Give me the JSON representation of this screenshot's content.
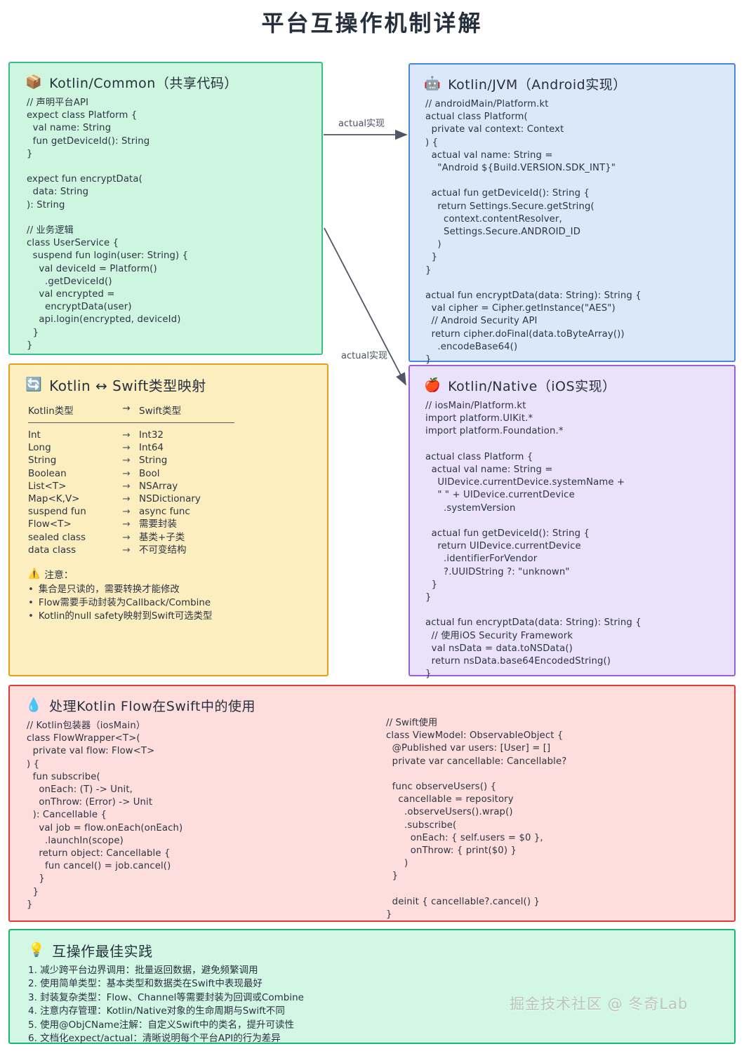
{
  "page": {
    "title": "平台互操作机制详解",
    "watermark": "掘金技术社区 @ 冬奇Lab"
  },
  "connectors": [
    {
      "name": "actual-implements-jvm",
      "label": "actual实现"
    },
    {
      "name": "actual-implements-native",
      "label": "actual实现"
    }
  ],
  "boxes": {
    "common": {
      "icon": "package-icon",
      "emoji": "📦",
      "title": "Kotlin/Common（共享代码）",
      "border_color": "#35c08a",
      "bg_color": "#cdf5df",
      "code": "// 声明平台API\nexpect class Platform {\n  val name: String\n  fun getDeviceId(): String\n}\n\nexpect fun encryptData(\n  data: String\n): String\n\n// 业务逻辑\nclass UserService {\n  suspend fun login(user: String) {\n    val deviceId = Platform()\n      .getDeviceId()\n    val encrypted =\n      encryptData(user)\n    api.login(encrypted, deviceId)\n  }\n}"
    },
    "jvm": {
      "icon": "robot-icon",
      "emoji": "🤖",
      "title": "Kotlin/JVM（Android实现）",
      "border_color": "#4a86dd",
      "bg_color": "#dbe8fb",
      "code": "// androidMain/Platform.kt\nactual class Platform(\n  private val context: Context\n) {\n  actual val name: String =\n    \"Android ${Build.VERSION.SDK_INT}\"\n\n  actual fun getDeviceId(): String {\n    return Settings.Secure.getString(\n      context.contentResolver,\n      Settings.Secure.ANDROID_ID\n    )\n  }\n}\n\nactual fun encryptData(data: String): String {\n  val cipher = Cipher.getInstance(\"AES\")\n  // Android Security API\n  return cipher.doFinal(data.toByteArray())\n    .encodeBase64()\n}"
    },
    "typemap": {
      "icon": "swap-icon",
      "emoji": "🔄",
      "title": "Kotlin ↔ Swift类型映射",
      "border_color": "#dfa318",
      "bg_color": "#fdeec0",
      "table": {
        "headers": [
          "Kotlin类型",
          "→",
          "Swift类型"
        ],
        "rows": [
          [
            "Int",
            "→",
            "Int32"
          ],
          [
            "Long",
            "→",
            "Int64"
          ],
          [
            "String",
            "→",
            "String"
          ],
          [
            "Boolean",
            "→",
            "Bool"
          ],
          [
            "List<T>",
            "→",
            "NSArray"
          ],
          [
            "Map<K,V>",
            "→",
            "NSDictionary"
          ],
          [
            "suspend fun",
            "→",
            "async func"
          ],
          [
            "Flow<T>",
            "→",
            "需要封装"
          ],
          [
            "sealed class",
            "→",
            "基类+子类"
          ],
          [
            "data class",
            "→",
            "不可变结构"
          ]
        ]
      },
      "notes": {
        "icon": "warning-icon",
        "emoji": "⚠️",
        "title": "注意：",
        "items": [
          "集合是只读的，需要转换才能修改",
          "Flow需要手动封装为Callback/Combine",
          "Kotlin的null safety映射到Swift可选类型"
        ]
      }
    },
    "native": {
      "icon": "apple-icon",
      "emoji": "🍎",
      "title": "Kotlin/Native（iOS实现）",
      "border_color": "#9a5fdd",
      "bg_color": "#eae2fb",
      "code": "// iosMain/Platform.kt\nimport platform.UIKit.*\nimport platform.Foundation.*\n\nactual class Platform {\n  actual val name: String =\n    UIDevice.currentDevice.systemName +\n    \" \" + UIDevice.currentDevice\n      .systemVersion\n\n  actual fun getDeviceId(): String {\n    return UIDevice.currentDevice\n      .identifierForVendor\n      ?.UUIDString ?: \"unknown\"\n  }\n}\n\nactual fun encryptData(data: String): String {\n  // 使用iOS Security Framework\n  val nsData = data.toNSData()\n  return nsData.base64EncodedString()\n}"
    },
    "flow": {
      "icon": "droplet-icon",
      "emoji": "💧",
      "title": "处理Kotlin Flow在Swift中的使用",
      "border_color": "#e23c36",
      "bg_color": "#fddedd",
      "code_left": "// Kotlin包装器（iosMain）\nclass FlowWrapper<T>(\n  private val flow: Flow<T>\n) {\n  fun subscribe(\n    onEach: (T) -> Unit,\n    onThrow: (Error) -> Unit\n  ): Cancellable {\n    val job = flow.onEach(onEach)\n      .launchIn(scope)\n    return object: Cancellable {\n      fun cancel() = job.cancel()\n    }\n  }\n}",
      "code_right": "// Swift使用\nclass ViewModel: ObservableObject {\n  @Published var users: [User] = []\n  private var cancellable: Cancellable?\n\n  func observeUsers() {\n    cancellable = repository\n      .observeUsers().wrap()\n      .subscribe(\n        onEach: { self.users = $0 },\n        onThrow: { print($0) }\n      )\n  }\n\n  deinit { cancellable?.cancel() }\n}"
    },
    "best": {
      "icon": "lightbulb-icon",
      "emoji": "💡",
      "title": "互操作最佳实践",
      "border_color": "#17b877",
      "bg_color": "#d2f7e4",
      "items": [
        "1. 减少跨平台边界调用：批量返回数据，避免频繁调用",
        "2. 使用简单类型：基本类型和数据类在Swift中表现最好",
        "3. 封装复杂类型：Flow、Channel等需要封装为回调或Combine",
        "4. 注意内存管理：Kotlin/Native对象的生命周期与Swift不同",
        "5. 使用@ObjCName注解：自定义Swift中的类名，提升可读性",
        "6. 文档化expect/actual：清晰说明每个平台API的行为差异"
      ]
    }
  }
}
